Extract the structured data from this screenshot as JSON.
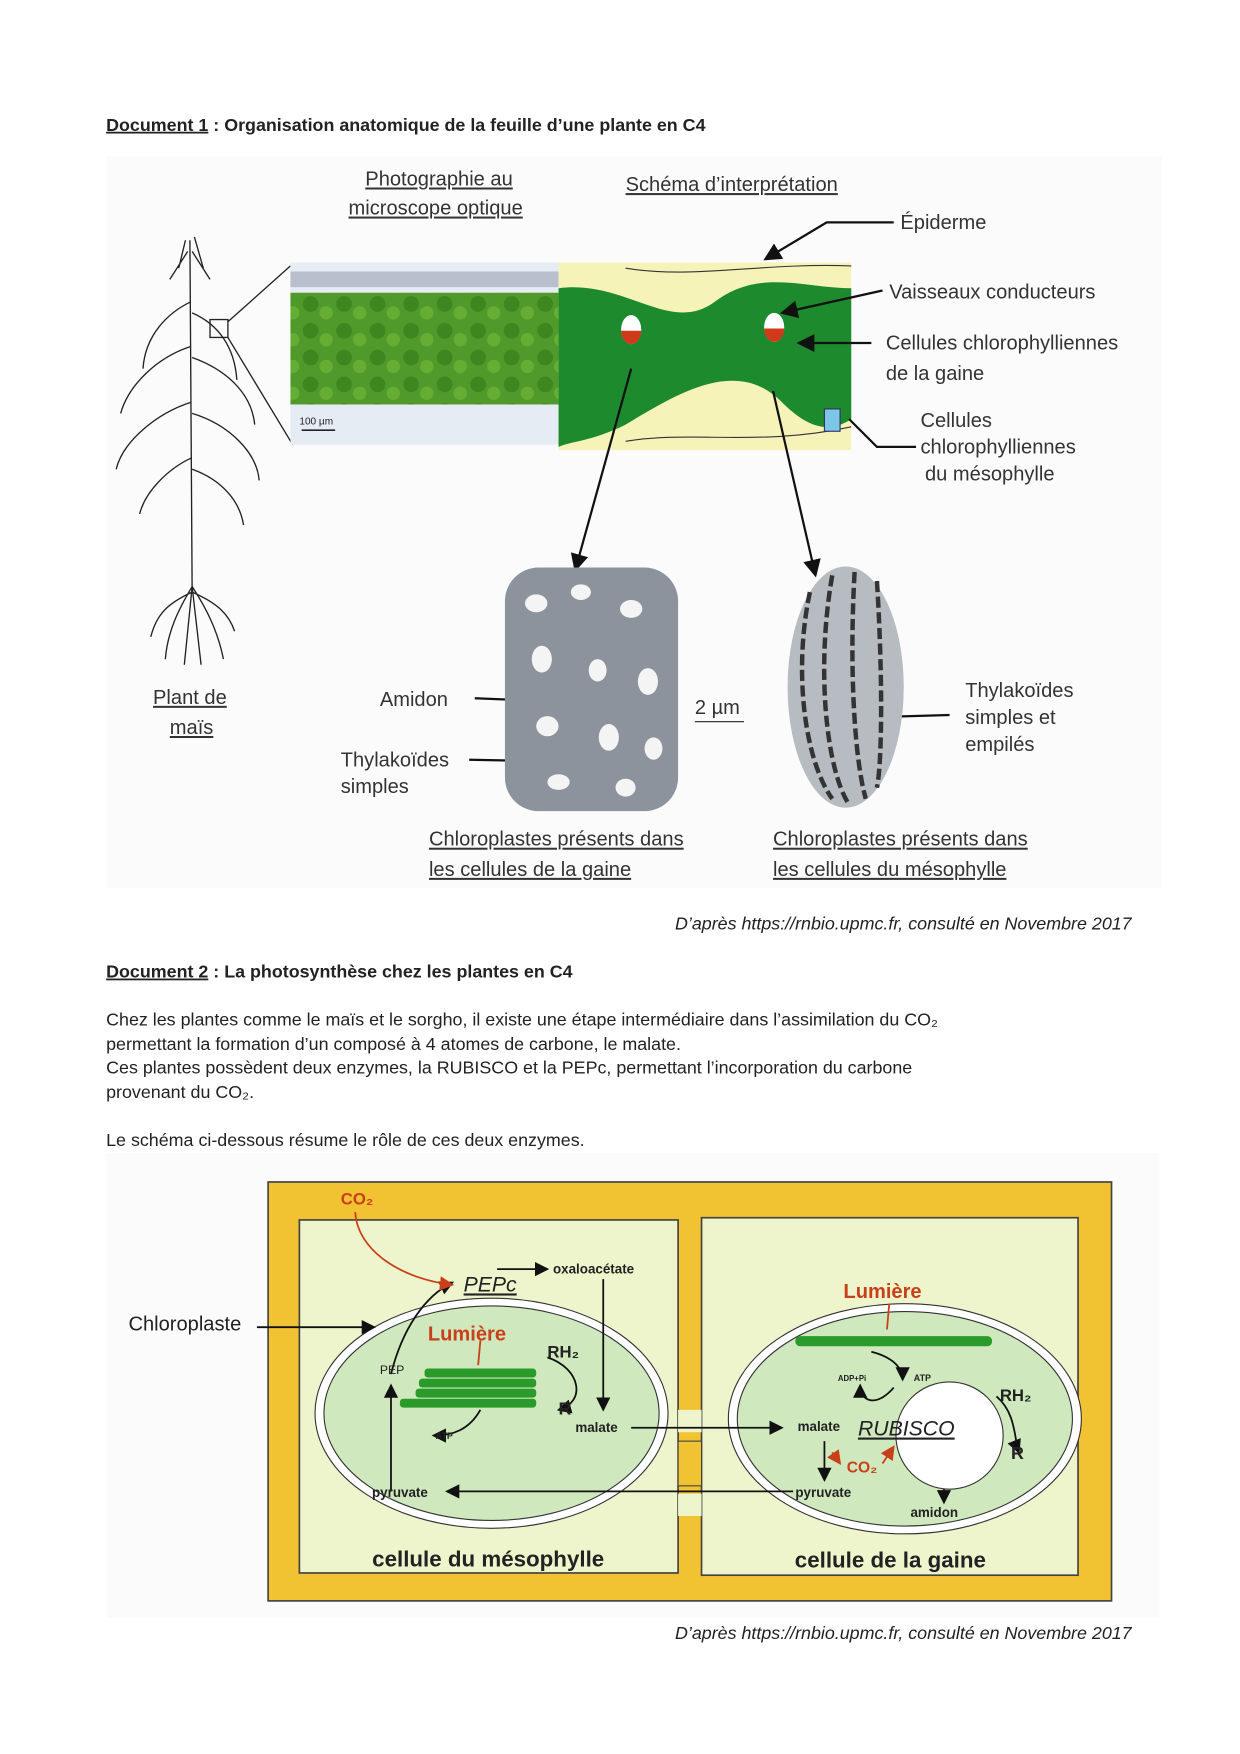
{
  "doc1": {
    "heading_label": "Document 1",
    "heading_title": " : Organisation anatomique de la feuille d’une plante en C4",
    "photo_title_1": "Photographie au",
    "photo_title_2": "microscope optique",
    "schema_title": "Schéma d’interprétation",
    "scale_photo": "100 µm",
    "labels": {
      "epiderme": "Épiderme",
      "vaisseaux": "Vaisseaux conducteurs",
      "gaine_1": "Cellules chlorophylliennes",
      "gaine_2": "de la gaine",
      "meso_1": "Cellules",
      "meso_2": "chlorophylliennes",
      "meso_3": "du mésophylle",
      "plant_1": "Plant de",
      "plant_2": "maïs",
      "amidon": "Amidon",
      "thyla_1": "Thylakoïdes",
      "thyla_2": "simples",
      "scale_em": "2 µm",
      "thyla_emp_1": "Thylakoïdes",
      "thyla_emp_2": "simples et",
      "thyla_emp_3": "empilés",
      "chloro_gaine_1": "Chloroplastes présents dans",
      "chloro_gaine_2": "les cellules de la gaine",
      "chloro_meso_1": "Chloroplastes présents dans",
      "chloro_meso_2": "les cellules du mésophylle"
    },
    "credit": "D’après https://rnbio.upmc.fr, consulté en Novembre 2017"
  },
  "doc2": {
    "heading_label": "Document 2",
    "heading_title": " : La photosynthèse chez les plantes en C4",
    "para1_line1": "Chez les plantes comme le maïs et le sorgho, il existe une étape intermédiaire dans l’assimilation du CO₂",
    "para1_line2": "permettant la formation d’un composé à 4 atomes de carbone, le malate.",
    "para1_line3": "Ces plantes possèdent deux enzymes, la RUBISCO et la PEPc, permettant l’incorporation du carbone",
    "para1_line4": "provenant du CO₂.",
    "para2": "Le schéma ci-dessous résume le rôle de ces deux enzymes.",
    "diagram": {
      "co2_in": "CO₂",
      "pepc": "PEPc",
      "oxaloacetate": "oxaloacétate",
      "chloroplaste": "Chloroplaste",
      "lumiere_left": "Lumière",
      "rh2_left": "RH₂",
      "r_left": "R",
      "pep": "PEP",
      "atp_left": "ATP",
      "malate_left": "malate",
      "pyruvate_left": "pyruvate",
      "cell_left": "cellule du mésophylle",
      "lumiere_right": "Lumière",
      "adp": "ADP+Pi",
      "atp_right": "ATP",
      "rh2_right": "RH₂",
      "r_right": "R",
      "malate_right": "malate",
      "rubisco": "RUBISCO",
      "co2_right": "CO₂",
      "pyruvate_right": "pyruvate",
      "amidon": "amidon",
      "cell_right": "cellule de la gaine"
    },
    "credit": "D’après https://rnbio.upmc.fr, consulté en Novembre 2017"
  }
}
